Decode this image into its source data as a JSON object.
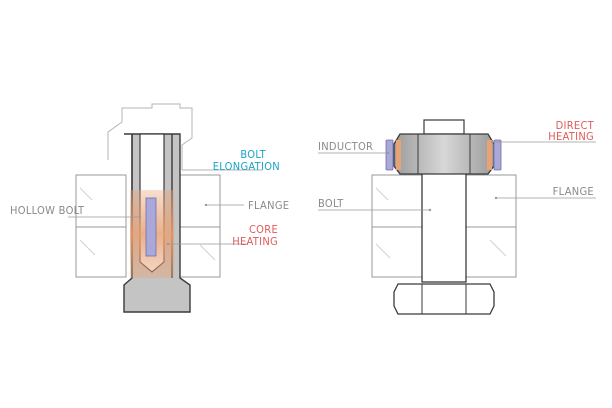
{
  "colors": {
    "gray_label": "#8a8a8a",
    "blue_label": "#1aa3c8",
    "red_label": "#e05a5a",
    "heating": "#e8a276",
    "inductor": "#a9a8d8",
    "metal": "#c7c7c7",
    "outline": "#3a3a3a",
    "faint": "#b5b5b5"
  },
  "labels": {
    "bolt_elongation_1": "BOLT",
    "bolt_elongation_2": "ELONGATION",
    "flange_left": "FLANGE",
    "hollow_bolt": "HOLLOW BOLT",
    "core_heating_1": "CORE",
    "core_heating_2": "HEATING",
    "inductor": "INDUCTOR",
    "direct_heating_1": "DIRECT",
    "direct_heating_2": "HEATING",
    "bolt": "BOLT",
    "flange_right": "FLANGE"
  }
}
